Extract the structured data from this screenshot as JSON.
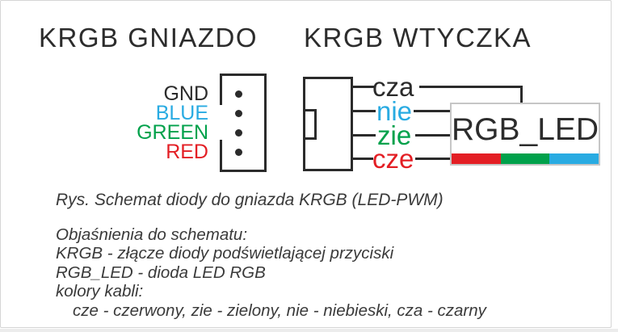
{
  "colors": {
    "ink": "#2b2b2b",
    "blue": "#29abe2",
    "green": "#00a14b",
    "red": "#e31e24",
    "led_box_border": "#c6c6c6",
    "caption_text": "#3a3a3a"
  },
  "titles": {
    "socket": "KRGB GNIAZDO",
    "plug": "KRGB WTYCZKA"
  },
  "socket": {
    "pins": [
      {
        "label": "GND",
        "color": "#2b2b2b"
      },
      {
        "label": "BLUE",
        "color": "#29abe2"
      },
      {
        "label": "GREEN",
        "color": "#00a14b"
      },
      {
        "label": "RED",
        "color": "#e31e24"
      }
    ]
  },
  "plug": {
    "wires": [
      {
        "label": "cza",
        "color": "#2b2b2b"
      },
      {
        "label": "nie",
        "color": "#29abe2"
      },
      {
        "label": "zie",
        "color": "#00a14b"
      },
      {
        "label": "cze",
        "color": "#e31e24"
      }
    ]
  },
  "led": {
    "label": "RGB_LED",
    "strip_colors": [
      "#e31e24",
      "#00a14b",
      "#29abe2"
    ]
  },
  "caption": "Rys. Schemat diody do gniazda KRGB (LED-PWM)",
  "legend": {
    "lines": [
      "Objaśnienia do schematu:",
      "KRGB - złącze diody podświetlającej przyciski",
      "RGB_LED - dioda LED RGB",
      "kolory kabli:"
    ],
    "indented_line": "cze - czerwony, zie - zielony, nie - niebieski, cza - czarny"
  }
}
